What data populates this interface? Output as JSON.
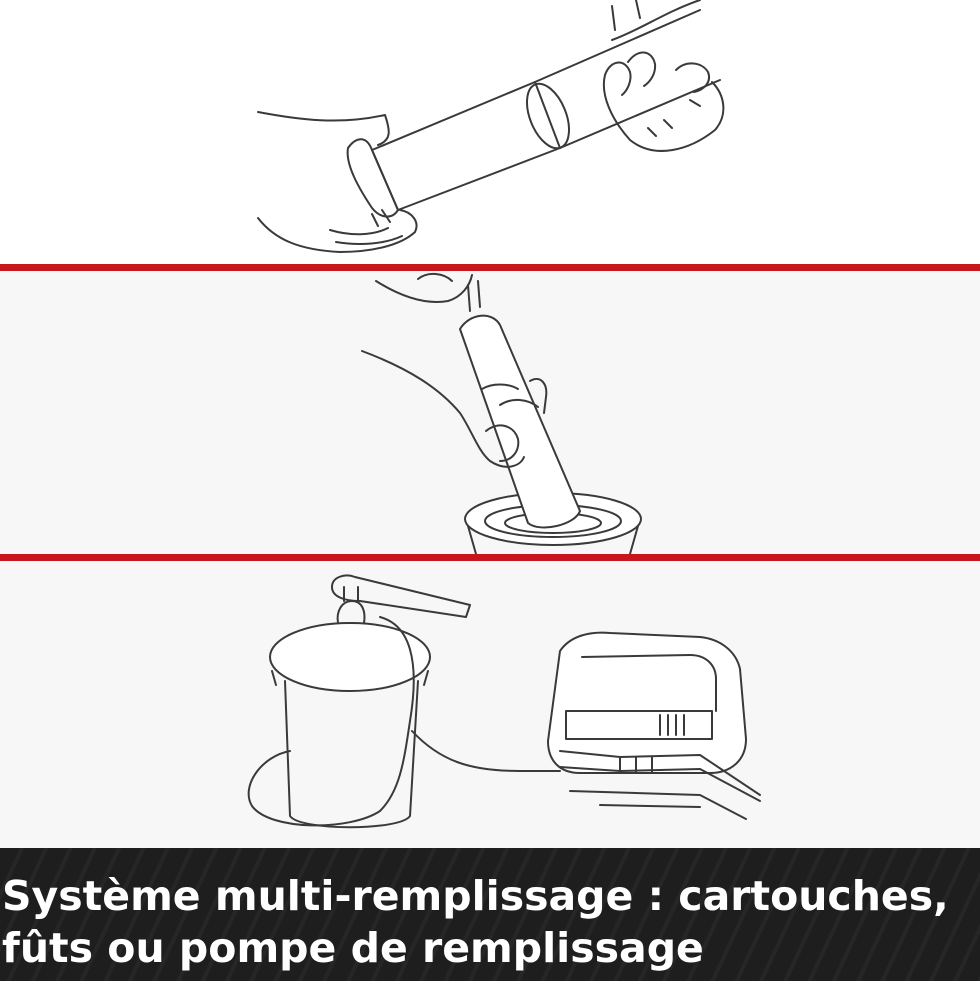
{
  "caption": {
    "line1": "Système multi-remplissage : cartouches,",
    "line2": "fûts ou pompe de remplissage"
  },
  "panels": [
    {
      "illustration": "hands-twisting-grease-gun-cartridge"
    },
    {
      "illustration": "grease-gun-dipped-into-grease-drum"
    },
    {
      "illustration": "filling-pump-bucket-connected-to-grease-gun"
    }
  ],
  "colors": {
    "divider": "#c8161f",
    "line_art": "#3a3a3a",
    "caption_background": "#1e1e1e",
    "caption_text": "#ffffff"
  }
}
